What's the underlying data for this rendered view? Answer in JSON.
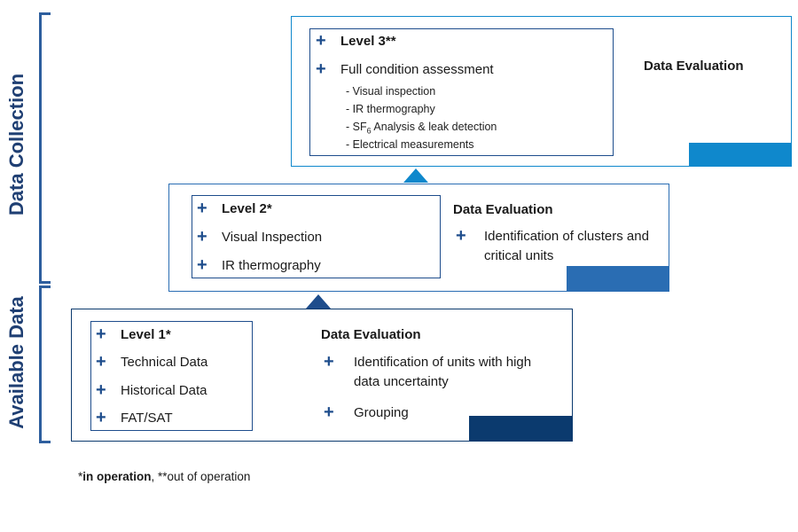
{
  "side_labels": {
    "top": "Data Collection",
    "bottom": "Available Data"
  },
  "colors": {
    "level1": "#0b3a6e",
    "level2": "#2a6db3",
    "level3": "#0f88cc",
    "plus": "#1e4d8c",
    "label": "#1f3f73"
  },
  "level3": {
    "title": "Level 3**",
    "item": "Full condition assessment",
    "subitems": [
      "- Visual inspection",
      "- IR thermography",
      "- SF",
      "- Electrical measurements"
    ],
    "sf6_subscript": "6",
    "sf6_rest": " Analysis & leak detection",
    "eval_title": "Data Evaluation"
  },
  "level2": {
    "title": "Level 2*",
    "items": [
      "Visual Inspection",
      "IR thermography"
    ],
    "eval_title": "Data Evaluation",
    "eval_items": [
      "Identification of clusters and critical units"
    ]
  },
  "level1": {
    "title": "Level 1*",
    "items": [
      "Technical Data",
      "Historical Data",
      "FAT/SAT"
    ],
    "eval_title": "Data Evaluation",
    "eval_items": [
      "Identification of units with high data uncertainty",
      "Grouping"
    ]
  },
  "plus_symbol": "+",
  "footnote": {
    "star": "*",
    "bold": "in operation",
    "rest": ", **out of operation"
  }
}
